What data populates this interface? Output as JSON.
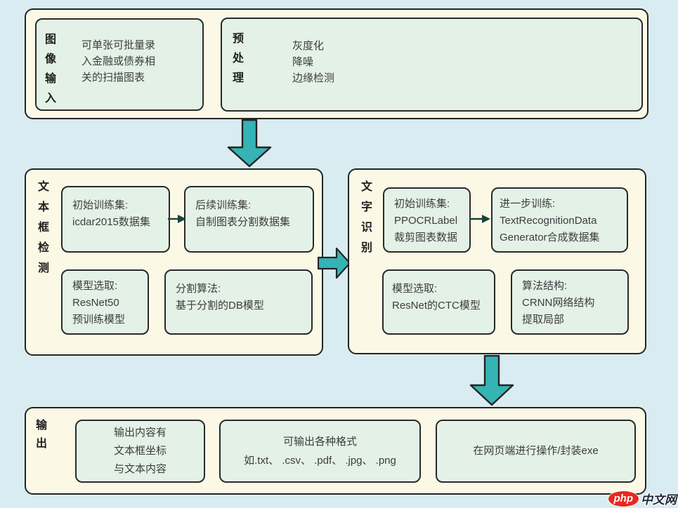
{
  "colors": {
    "background": "#d9ecf2",
    "panel_fill": "#fbf9e6",
    "node_fill": "#e4f1e7",
    "border": "#242424",
    "big_arrow_fill": "#36b3b4",
    "connector_arrow": "#1a443c",
    "text": "#3d3d3d",
    "watermark_red": "#e8281e",
    "watermark_text_color": "#20293b"
  },
  "flow": {
    "input": {
      "label": "图像输入",
      "lines": [
        "可单张可批量录",
        "入金融或债券相",
        "关的扫描图表"
      ]
    },
    "preprocess": {
      "label": "预处理",
      "steps": [
        "灰度化",
        "降噪",
        "边缘检测"
      ]
    },
    "detection": {
      "label": "文本框检测",
      "initial": {
        "lines": [
          "初始训练集:",
          "icdar2015数据集"
        ]
      },
      "followup": {
        "lines": [
          "后续训练集:",
          "自制图表分割数据集"
        ]
      },
      "model": {
        "lines": [
          "模型选取:",
          "ResNet50",
          "预训练模型"
        ]
      },
      "algorithm": {
        "lines": [
          "分割算法:",
          "基于分割的DB模型"
        ]
      }
    },
    "recognition": {
      "label": "文字识别",
      "initial": {
        "lines": [
          "初始训练集:",
          "PPOCRLabel",
          "裁剪图表数据"
        ]
      },
      "further": {
        "lines": [
          "进一步训练:",
          "TextRecognitionData",
          "Generator合成数据集"
        ]
      },
      "model": {
        "lines": [
          "模型选取:",
          "ResNet的CTC模型"
        ]
      },
      "structure": {
        "lines": [
          "算法结构:",
          "CRNN网络结构",
          "提取局部"
        ]
      }
    },
    "output": {
      "label": "输出",
      "content": {
        "lines": [
          "输出内容有",
          "文本框坐标",
          "与文本内容"
        ]
      },
      "formats": {
        "lines": [
          "可输出各种格式",
          "如.txt、 .csv、 .pdf、 .jpg、 .png"
        ]
      },
      "deploy": {
        "lines": [
          "在网页端进行操作/封装exe"
        ]
      }
    }
  },
  "watermark": {
    "badge": "php",
    "text": "中文网"
  }
}
